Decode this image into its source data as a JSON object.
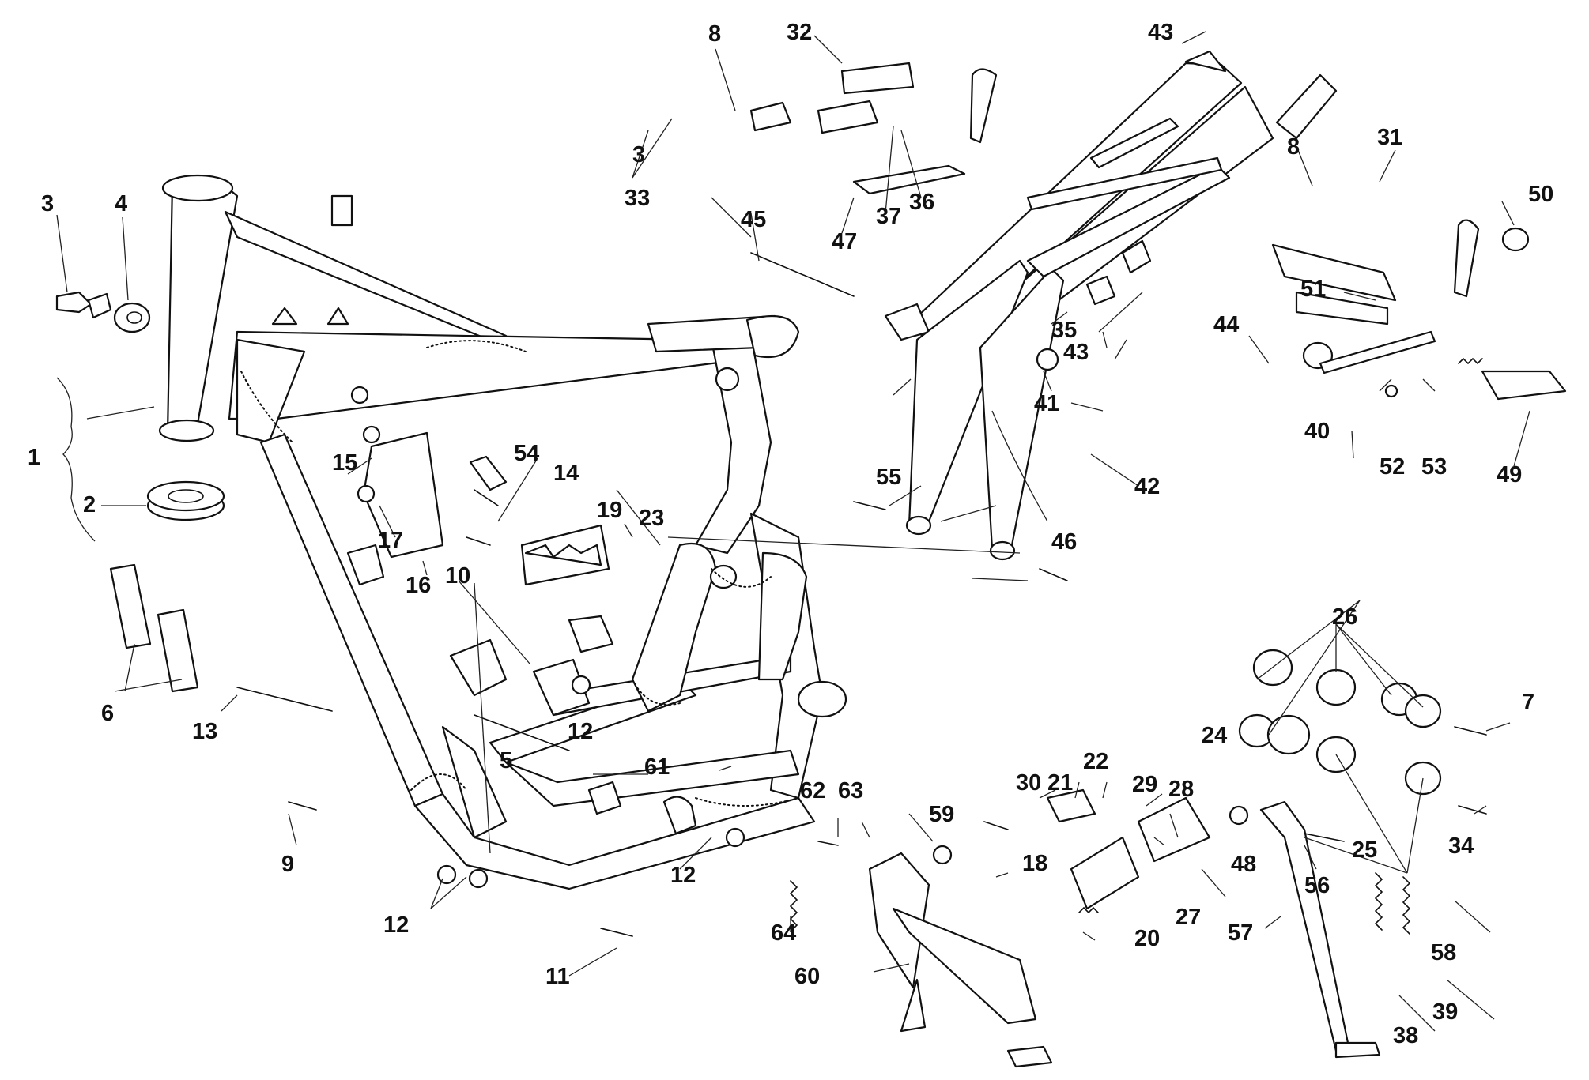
{
  "diagram": {
    "type": "exploded parts diagram",
    "callouts": [
      {
        "id": "c1",
        "label": "1"
      },
      {
        "id": "c2",
        "label": "2"
      },
      {
        "id": "c3a",
        "label": "3"
      },
      {
        "id": "c3b",
        "label": "3"
      },
      {
        "id": "c4",
        "label": "4"
      },
      {
        "id": "c5",
        "label": "5"
      },
      {
        "id": "c6",
        "label": "6"
      },
      {
        "id": "c7",
        "label": "7"
      },
      {
        "id": "c8a",
        "label": "8"
      },
      {
        "id": "c8b",
        "label": "8"
      },
      {
        "id": "c9",
        "label": "9"
      },
      {
        "id": "c10",
        "label": "10"
      },
      {
        "id": "c11",
        "label": "11"
      },
      {
        "id": "c12a",
        "label": "12"
      },
      {
        "id": "c12b",
        "label": "12"
      },
      {
        "id": "c12c",
        "label": "12"
      },
      {
        "id": "c13",
        "label": "13"
      },
      {
        "id": "c14",
        "label": "14"
      },
      {
        "id": "c15",
        "label": "15"
      },
      {
        "id": "c16",
        "label": "16"
      },
      {
        "id": "c17",
        "label": "17"
      },
      {
        "id": "c18",
        "label": "18"
      },
      {
        "id": "c19",
        "label": "19"
      },
      {
        "id": "c20",
        "label": "20"
      },
      {
        "id": "c21",
        "label": "21"
      },
      {
        "id": "c22",
        "label": "22"
      },
      {
        "id": "c23",
        "label": "23"
      },
      {
        "id": "c24",
        "label": "24"
      },
      {
        "id": "c25",
        "label": "25"
      },
      {
        "id": "c26",
        "label": "26"
      },
      {
        "id": "c27",
        "label": "27"
      },
      {
        "id": "c28",
        "label": "28"
      },
      {
        "id": "c29",
        "label": "29"
      },
      {
        "id": "c30",
        "label": "30"
      },
      {
        "id": "c31",
        "label": "31"
      },
      {
        "id": "c32",
        "label": "32"
      },
      {
        "id": "c33",
        "label": "33"
      },
      {
        "id": "c34",
        "label": "34"
      },
      {
        "id": "c35",
        "label": "35"
      },
      {
        "id": "c36",
        "label": "36"
      },
      {
        "id": "c37",
        "label": "37"
      },
      {
        "id": "c38",
        "label": "38"
      },
      {
        "id": "c39",
        "label": "39"
      },
      {
        "id": "c40",
        "label": "40"
      },
      {
        "id": "c41",
        "label": "41"
      },
      {
        "id": "c42",
        "label": "42"
      },
      {
        "id": "c43a",
        "label": "43"
      },
      {
        "id": "c43b",
        "label": "43"
      },
      {
        "id": "c44",
        "label": "44"
      },
      {
        "id": "c45",
        "label": "45"
      },
      {
        "id": "c46",
        "label": "46"
      },
      {
        "id": "c47",
        "label": "47"
      },
      {
        "id": "c48",
        "label": "48"
      },
      {
        "id": "c49",
        "label": "49"
      },
      {
        "id": "c50",
        "label": "50"
      },
      {
        "id": "c51",
        "label": "51"
      },
      {
        "id": "c52",
        "label": "52"
      },
      {
        "id": "c53",
        "label": "53"
      },
      {
        "id": "c54",
        "label": "54"
      },
      {
        "id": "c55",
        "label": "55"
      },
      {
        "id": "c56",
        "label": "56"
      },
      {
        "id": "c57",
        "label": "57"
      },
      {
        "id": "c58",
        "label": "58"
      },
      {
        "id": "c59",
        "label": "59"
      },
      {
        "id": "c60",
        "label": "60"
      },
      {
        "id": "c61",
        "label": "61"
      },
      {
        "id": "c62",
        "label": "62"
      },
      {
        "id": "c63",
        "label": "63"
      },
      {
        "id": "c64",
        "label": "64"
      }
    ]
  }
}
